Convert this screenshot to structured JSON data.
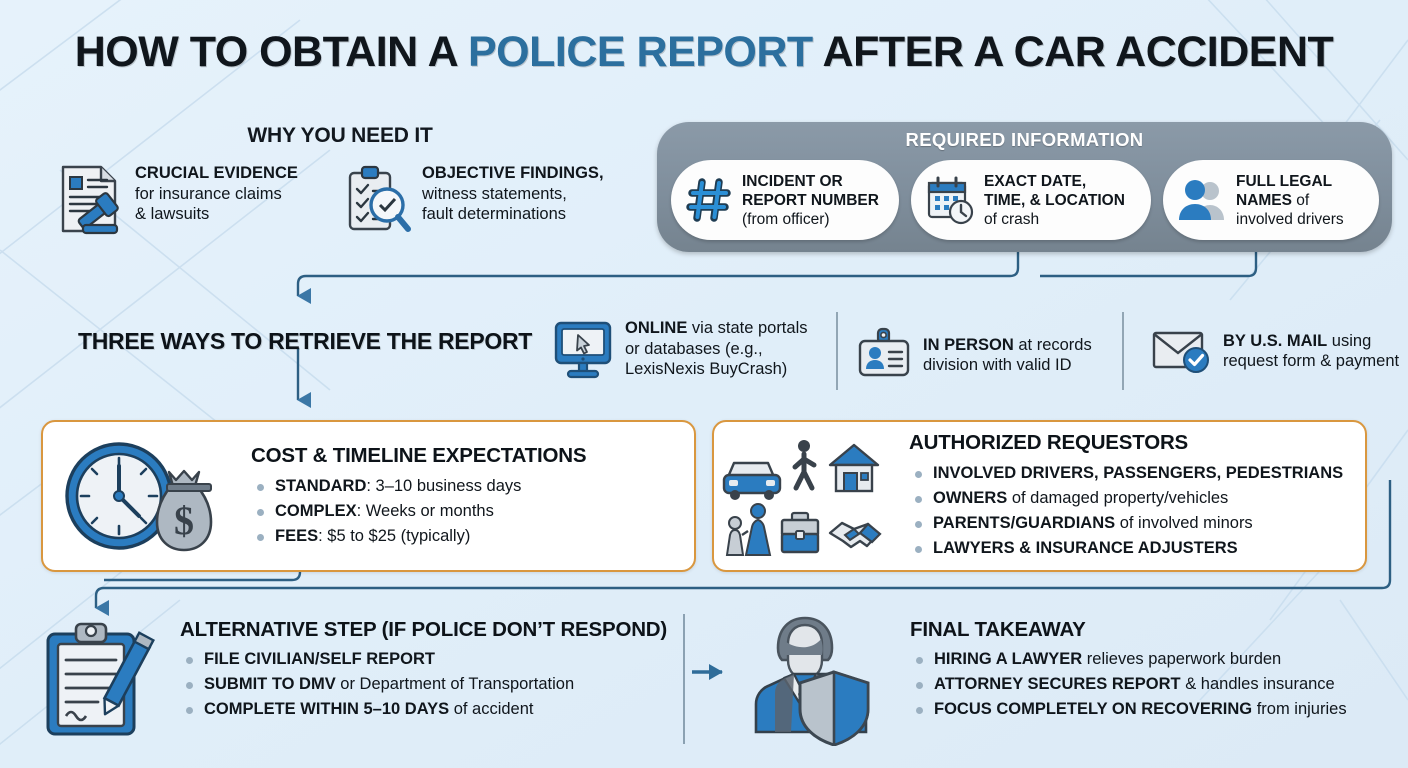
{
  "title": {
    "part1": "HOW TO OBTAIN A ",
    "highlight": "POLICE REPORT",
    "part2": " AFTER A CAR ACCIDENT",
    "highlight_color": "#2c6f9e"
  },
  "why_you_need_it": {
    "heading": "WHY YOU NEED IT",
    "items": [
      {
        "icon": "document-gavel-icon",
        "bold": "CRUCIAL EVIDENCE",
        "line2": "for insurance claims",
        "line3": "& lawsuits"
      },
      {
        "icon": "clipboard-magnifier-icon",
        "bold": "OBJECTIVE FINDINGS,",
        "line2": "witness statements,",
        "line3": "fault determinations"
      }
    ]
  },
  "required_information": {
    "heading": "REQUIRED INFORMATION",
    "panel_color": "#7f8e9c",
    "items": [
      {
        "icon": "hashtag-icon",
        "bold1": "INCIDENT OR",
        "bold2": "REPORT NUMBER",
        "normal": "(from officer)"
      },
      {
        "icon": "calendar-clock-icon",
        "bold1": "EXACT DATE,",
        "bold2": "TIME, & LOCATION",
        "normal": "of crash"
      },
      {
        "icon": "people-icon",
        "bold1": "FULL LEGAL",
        "bold2": "NAMES",
        "bold2_suffix": " of",
        "normal": "involved drivers"
      }
    ]
  },
  "three_ways": {
    "heading": "THREE WAYS TO RETRIEVE THE REPORT",
    "items": [
      {
        "icon": "monitor-cursor-icon",
        "bold": "ONLINE",
        "rest1": " via state portals",
        "line2": "or databases (e.g.,",
        "line3": "LexisNexis BuyCrash)"
      },
      {
        "icon": "id-badge-icon",
        "bold": "IN PERSON",
        "rest1": " at records",
        "line2": "division with valid ID",
        "line3": ""
      },
      {
        "icon": "envelope-check-icon",
        "bold": "BY U.S. MAIL",
        "rest1": " using",
        "line2": "request form & payment",
        "line3": ""
      }
    ]
  },
  "cost_timeline": {
    "icon": "clock-moneybag-icon",
    "title": "COST & TIMELINE EXPECTATIONS",
    "bullets": [
      {
        "bold": "STANDARD",
        "rest": ": 3–10 business days"
      },
      {
        "bold": "COMPLEX",
        "rest": ": Weeks or months"
      },
      {
        "bold": "FEES",
        "rest": ": $5 to $25 (typically)"
      }
    ],
    "border_color": "#d9973f"
  },
  "authorized_requestors": {
    "icon": "people-group-icon",
    "title": "AUTHORIZED REQUESTORS",
    "bullets": [
      {
        "bold": "INVOLVED DRIVERS, PASSENGERS, PEDESTRIANS",
        "rest": ""
      },
      {
        "bold": "OWNERS",
        "rest": " of damaged property/vehicles"
      },
      {
        "bold": "PARENTS/GUARDIANS",
        "rest": " of involved minors"
      },
      {
        "bold": "LAWYERS & INSURANCE ADJUSTERS",
        "rest": ""
      }
    ],
    "border_color": "#d9973f"
  },
  "alternative_step": {
    "icon": "clipboard-pencil-icon",
    "title": "ALTERNATIVE STEP (IF POLICE DON’T RESPOND)",
    "bullets": [
      {
        "bold": "FILE CIVILIAN/SELF REPORT",
        "rest": ""
      },
      {
        "bold": "SUBMIT TO DMV",
        "rest": " or Department of Transportation"
      },
      {
        "bold": "COMPLETE WITHIN 5–10 DAYS",
        "rest": " of accident"
      }
    ]
  },
  "final_takeaway": {
    "icon": "lawyer-shield-icon",
    "title": "FINAL TAKEAWAY",
    "bullets": [
      {
        "bold": "HIRING A LAWYER",
        "rest": " relieves paperwork burden"
      },
      {
        "bold": "ATTORNEY SECURES REPORT",
        "rest": " & handles insurance"
      },
      {
        "bold": "FOCUS COMPLETELY ON RECOVERING",
        "rest": " from injuries"
      }
    ]
  },
  "theme": {
    "background": "#e3f0fa",
    "connector_color": "#2d5f83",
    "accent_blue": "#2b7cc0",
    "text_color": "#10161c"
  }
}
